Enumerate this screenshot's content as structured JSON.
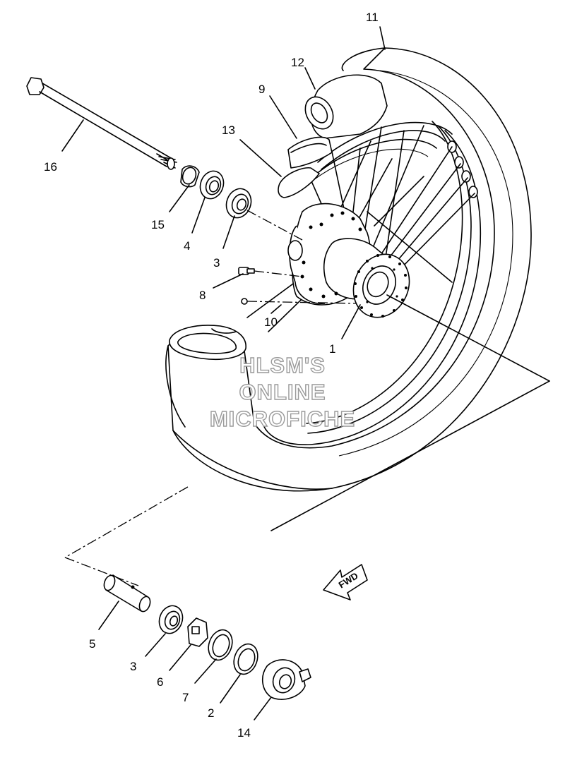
{
  "callouts": {
    "c1": "1",
    "c2": "2",
    "c3a": "3",
    "c3b": "3",
    "c4": "4",
    "c5": "5",
    "c6": "6",
    "c7": "7",
    "c8": "8",
    "c9": "9",
    "c10": "10",
    "c11": "11",
    "c12": "12",
    "c13": "13",
    "c14": "14",
    "c15": "15",
    "c16": "16"
  },
  "fwd_label": "FWD",
  "watermark": {
    "line1": "HLSM'S",
    "line2": "ONLINE",
    "line3": "MICROFICHE"
  }
}
